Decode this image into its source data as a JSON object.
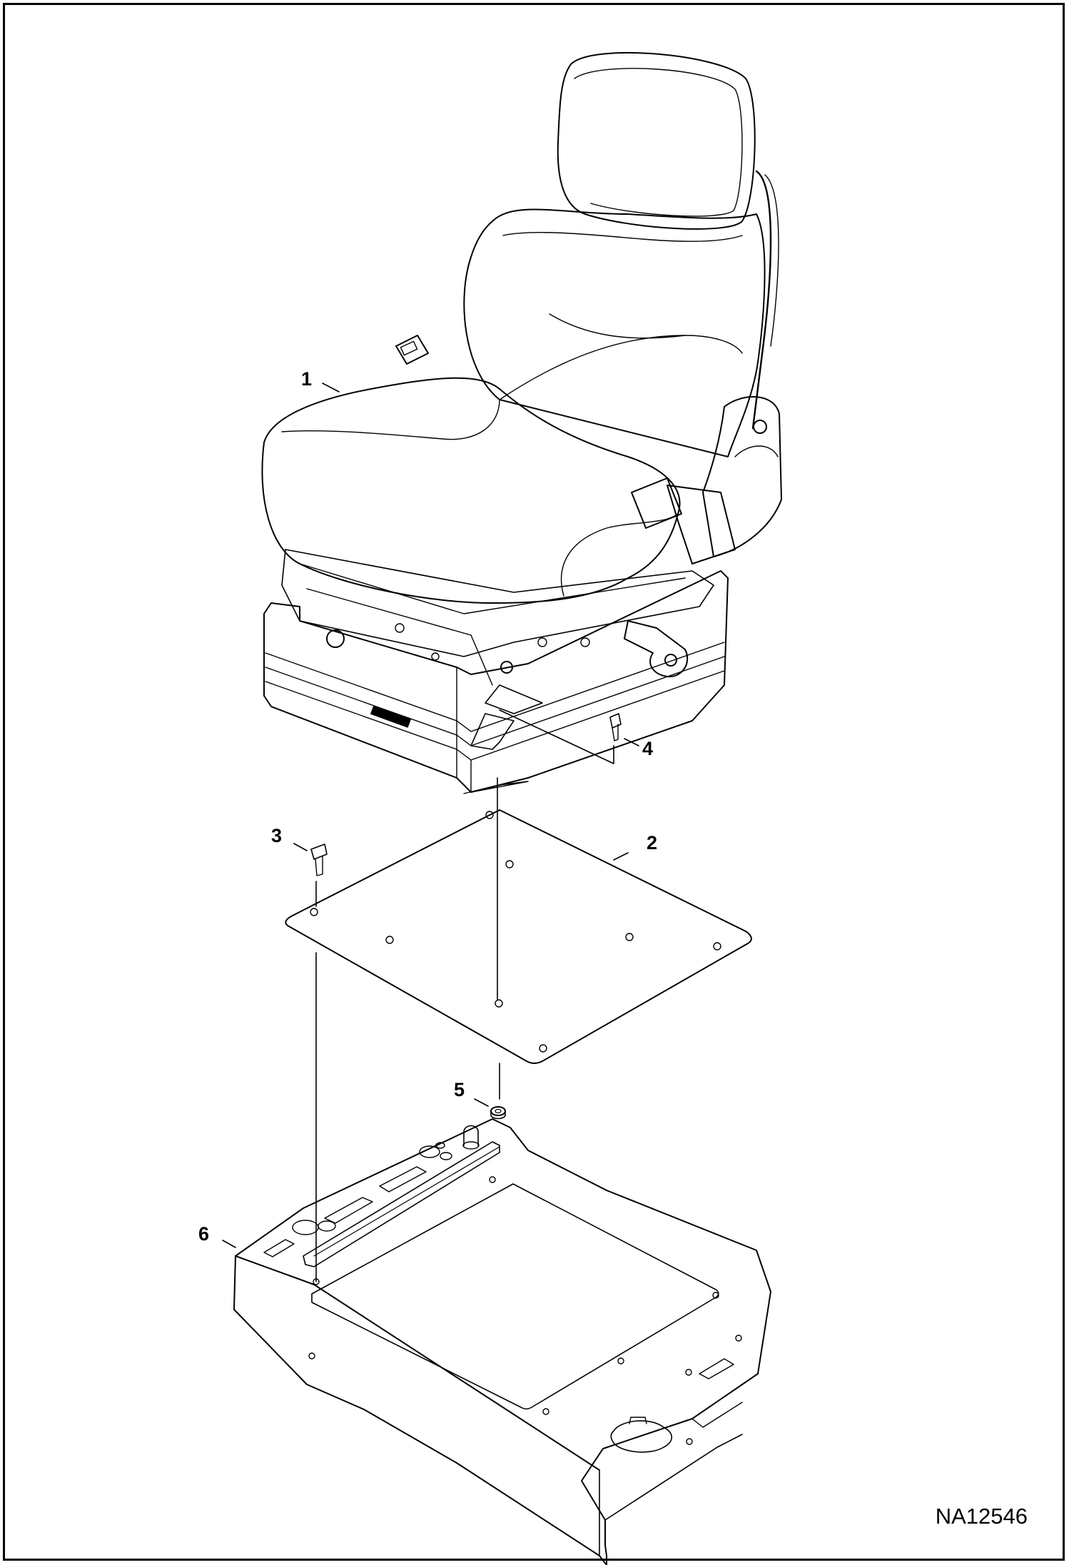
{
  "diagram": {
    "drawing_id": "NA12546",
    "callouts": [
      {
        "id": "1",
        "label": "1",
        "part": "seat-assembly"
      },
      {
        "id": "2",
        "label": "2",
        "part": "seat-mounting-plate"
      },
      {
        "id": "3",
        "label": "3",
        "part": "bolt"
      },
      {
        "id": "4",
        "label": "4",
        "part": "bolt"
      },
      {
        "id": "5",
        "label": "5",
        "part": "nut"
      },
      {
        "id": "6",
        "label": "6",
        "part": "seat-base-panel"
      }
    ]
  }
}
